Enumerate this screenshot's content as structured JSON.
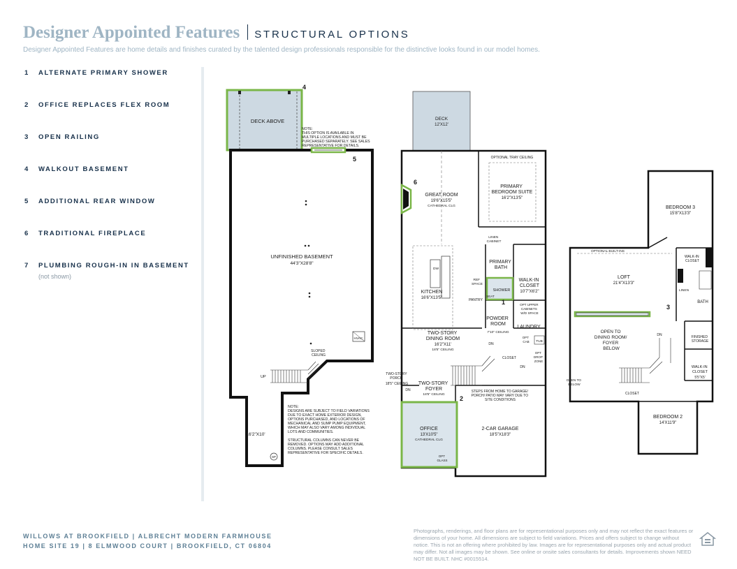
{
  "header": {
    "title": "Designer Appointed Features",
    "subtitle": "STRUCTURAL OPTIONS",
    "intro": "Designer Appointed Features are home details and finishes curated by the talented design professionals responsible for the distinctive looks found in our model homes."
  },
  "options": [
    {
      "num": "1",
      "label": "ALTERNATE PRIMARY SHOWER"
    },
    {
      "num": "2",
      "label": "OFFICE REPLACES FLEX ROOM"
    },
    {
      "num": "3",
      "label": "OPEN RAILING"
    },
    {
      "num": "4",
      "label": "WALKOUT BASEMENT"
    },
    {
      "num": "5",
      "label": "ADDITIONAL REAR WINDOW"
    },
    {
      "num": "6",
      "label": "TRADITIONAL FIREPLACE"
    },
    {
      "num": "7",
      "label": "PLUMBING ROUGH-IN IN BASEMENT",
      "note": "(not shown)"
    }
  ],
  "plans": {
    "basement": {
      "deck_above": "DECK ABOVE",
      "note_top": [
        "NOTE:",
        "THIS OPTION IS AVAILABLE IN",
        "MULTIPLE LOCATIONS AND MUST BE",
        "PURCHASED SEPARATELY. SEE SALES",
        "REPRESENTATIVE FOR DETAILS."
      ],
      "room_name": "UNFINISHED BASEMENT",
      "room_dim": "44'3\"X28'8\"",
      "hvac": "HVAC",
      "sloped": [
        "SLOPED",
        "CEILING"
      ],
      "up": "UP",
      "lower_dim": "16'2\"X10'",
      "sp": "SP",
      "note_bottom": [
        "NOTE:",
        "DESIGNS ARE SUBJECT TO FIELD VARIATIONS",
        "DUE TO EXACT HOME EXTERIOR DESIGN,",
        "OPTIONS PURCHASED, AND LOCATIONS OF",
        "MECHANICAL AND SUMP PUMP EQUIPMENT,",
        "WHICH MAY ALSO VARY AMONG INDIVIDUAL",
        "LOTS AND COMMUNITIES.",
        "",
        "STRUCTURAL COLUMNS CAN NEVER BE",
        "REMOVED. OPTIONS MAY ADD ADDITIONAL",
        "COLUMNS. PLEASE CONSULT SALES",
        "REPRESENTATIVE FOR SPECIFIC DETAILS."
      ]
    },
    "first": {
      "deck": "DECK",
      "deck_dim": "12'X12'",
      "tray": "OPTIONAL TRAY CEILING",
      "great_room": "GREAT ROOM",
      "great_dim": "19'6\"X15'5\"",
      "great_clg": "CATHEDRAL CLG",
      "suite": [
        "PRIMARY",
        "BEDROOM SUITE"
      ],
      "suite_dim": "16'2\"X13'5\"",
      "linen": [
        "LINEN",
        "CABINET"
      ],
      "primary_bath": [
        "PRIMARY",
        "BATH"
      ],
      "walkin": [
        "WALK-IN",
        "CLOSET"
      ],
      "walkin_dim": "10'7\"X6'2\"",
      "dw": "DW",
      "ref_space": [
        "REF",
        "SPACE"
      ],
      "shower": "SHOWER",
      "seat": "SEAT",
      "kitchen": "KITCHEN",
      "kitchen_dim": "16'6\"X13'5\"",
      "pantry": "PANTRY",
      "opt_upper": [
        "OPT UPPER",
        "CABINETS",
        "W/D SPACE"
      ],
      "powder": [
        "POWDER",
        "ROOM"
      ],
      "powder_clg": "7'10\" CEILING",
      "laundry": "LAUNDRY",
      "opt_cab": [
        "OPT",
        "CAB"
      ],
      "tub": "TUB",
      "opt_drop": [
        "OPT",
        "DROP",
        "ZONE"
      ],
      "dining": [
        "TWO-STORY",
        "DINING ROOM"
      ],
      "dining_dim": "16'2\"X11'",
      "dining_clg": "18'5\" CEILING",
      "closet": "CLOSET",
      "dn": "DN",
      "porch": [
        "TWO-STORY",
        "PORCH",
        "18'5\" CEILING"
      ],
      "foyer": [
        "TWO-STORY",
        "FOYER"
      ],
      "foyer_clg": "18'5\" CEILING",
      "steps": [
        "STEPS FROM HOME TO GARAGE/",
        "PORCH/ PATIO MAY VARY DUE TO",
        "SITE CONDITIONS"
      ],
      "office": "OFFICE",
      "office_dim": "13'X10'5\"",
      "office_clg": "CATHEDRAL CLG",
      "opt_glass": [
        "OPT",
        "GLASS"
      ],
      "garage": "2-CAR GARAGE",
      "garage_dim": "18'5\"X18'3\""
    },
    "second": {
      "bed3": "BEDROOM 3",
      "bed3_dim": "15'8\"X13'3\"",
      "walkin": [
        "WALK-IN",
        "CLOSET"
      ],
      "built_ins": "OPTIONAL BUILT-INS",
      "loft": "LOFT",
      "loft_dim": "21'4\"X13'3\"",
      "linen": "LINEN",
      "bath": "BATH",
      "finished_storage": [
        "FINISHED",
        "STORAGE"
      ],
      "open_to": [
        "OPEN TO",
        "DINING ROOM/",
        "FOYER",
        "BELOW"
      ],
      "dn": "DN",
      "walkin2": [
        "WALK-IN",
        "CLOSET"
      ],
      "walkin2_dim": "5'5\"X5'",
      "open_below": [
        "OPEN TO",
        "BELOW"
      ],
      "closet": "CLOSET",
      "bed2": "BEDROOM 2",
      "bed2_dim": "14'X11'9\""
    },
    "markers": [
      "1",
      "2",
      "3",
      "4",
      "5",
      "6"
    ]
  },
  "footer": {
    "line1": "WILLOWS AT BROOKFIELD  |  ALBRECHT MODERN FARMHOUSE",
    "line2": "HOME SITE 19  |  8 ELMWOOD COURT  |  BROOKFIELD, CT 06804",
    "disclaimer": "Photographs, renderings, and floor plans are for representational purposes only and may not reflect the exact features or dimensions of your home. All dimensions are subject to field variations. Prices and offers subject to change without notice. This is not an offering where prohibited by law. Images are for representational purposes only and actual product may differ. Not all images may be shown. See online or onsite sales consultants for details. Improvements shown NEED NOT BE BUILT. NHC #0015514."
  },
  "colors": {
    "accent": "#7ab648",
    "title": "#9fb5c4",
    "navy": "#17304a",
    "deck_fill": "#cdd9e2",
    "option_fill": "#dbe5ec"
  }
}
